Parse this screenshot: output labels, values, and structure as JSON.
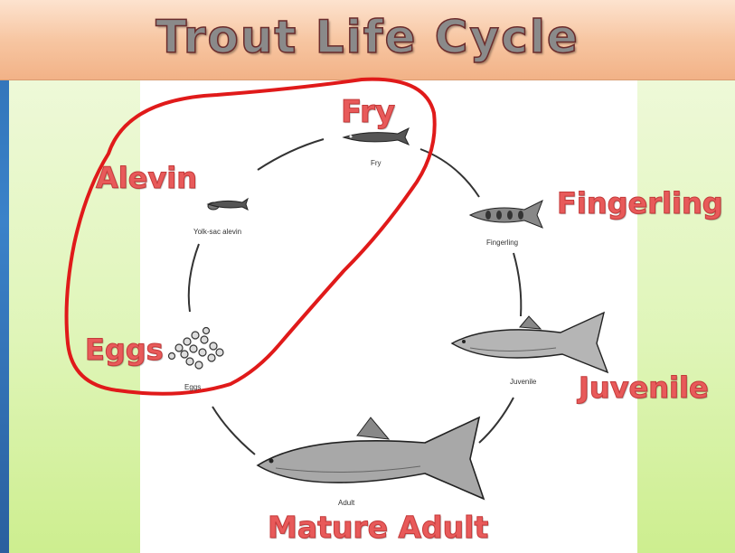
{
  "title": "Trout Life Cycle",
  "stages": {
    "fry": "Fry",
    "alevin": "Alevin",
    "fingerling": "Fingerling",
    "eggs": "Eggs",
    "juvenile": "Juvenile",
    "adult": "Mature Adult"
  },
  "captions": {
    "fry": "Fry",
    "alevin": "Yolk-sac alevin",
    "fingerling": "Fingerling",
    "eggs": "Eggs",
    "juvenile": "Juvenile",
    "adult": "Adult"
  },
  "colors": {
    "stage_label": "#e85a5a",
    "highlight_loop": "#e01a1a",
    "title_bar": "#f7c6a2",
    "side_panel": "#dff5b8"
  }
}
